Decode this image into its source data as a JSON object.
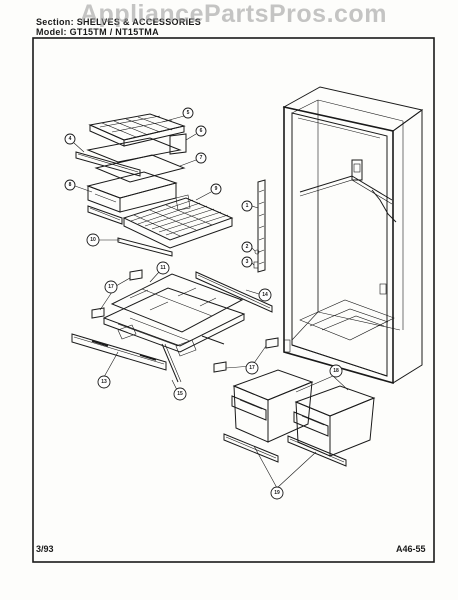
{
  "header": {
    "section_line": "Section: SHELVES & ACCESSORIES",
    "model_line": "Model: GT15TM / NT15TMA"
  },
  "watermark": "AppliancePartsPros.com",
  "footer": {
    "date": "3/93",
    "code": "A46-55"
  },
  "callouts": [
    {
      "id": "c-shelf-top",
      "label": "5"
    },
    {
      "id": "c-bracket-right",
      "label": "6"
    },
    {
      "id": "c-trim-left",
      "label": "4"
    },
    {
      "id": "c-pan-cover",
      "label": "7"
    },
    {
      "id": "c-crisper-front",
      "label": "8"
    },
    {
      "id": "c-wire-shelf",
      "label": "9"
    },
    {
      "id": "c-shelf-trim",
      "label": "10"
    },
    {
      "id": "c-ladder-rail",
      "label": "1"
    },
    {
      "id": "c-screw",
      "label": "2"
    },
    {
      "id": "c-clip",
      "label": "3"
    },
    {
      "id": "c-glass-cover",
      "label": "11"
    },
    {
      "id": "c-cover-trim",
      "label": "14"
    },
    {
      "id": "c-cover-support",
      "label": "17"
    },
    {
      "id": "c-support-right",
      "label": "17"
    },
    {
      "id": "c-frame-trim",
      "label": "13"
    },
    {
      "id": "c-frame-rail",
      "label": "15"
    },
    {
      "id": "c-crisper-pans",
      "label": "18"
    },
    {
      "id": "c-pan-slides",
      "label": "19"
    }
  ]
}
